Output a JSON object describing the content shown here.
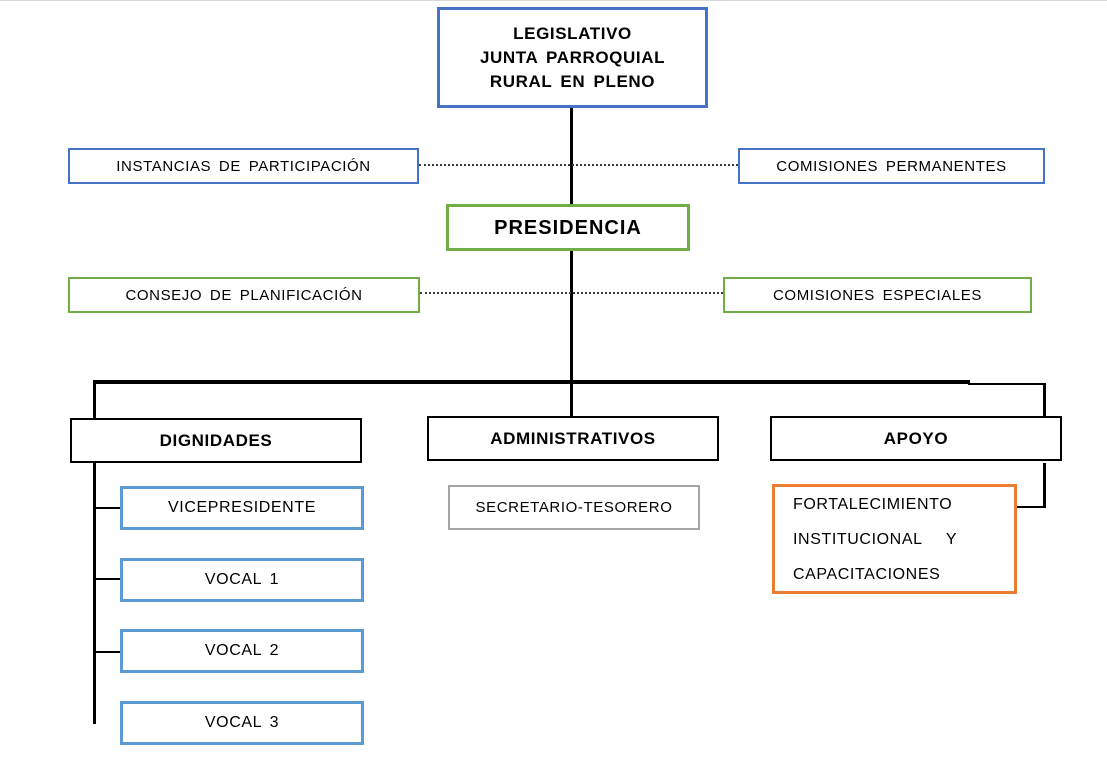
{
  "diagram": {
    "type": "org-chart",
    "colors": {
      "blue": "#4472C4",
      "green": "#70AD47",
      "light_blue": "#5B9BD5",
      "orange": "#ED7D31",
      "gray": "#A6A6A6",
      "black": "#000000"
    },
    "nodes": {
      "legislativo": {
        "label": "LEGISLATIVO\nJUNTA PARROQUIAL\nRURAL EN PLENO",
        "border_color": "#4472C4"
      },
      "instancias": {
        "label": "INSTANCIAS DE PARTICIPACIÓN",
        "border_color": "#4472C4"
      },
      "comisiones_permanentes": {
        "label": "COMISIONES PERMANENTES",
        "border_color": "#4472C4"
      },
      "presidencia": {
        "label": "PRESIDENCIA",
        "border_color": "#70AD47"
      },
      "consejo_planificacion": {
        "label": "CONSEJO DE PLANIFICACIÓN",
        "border_color": "#70AD47"
      },
      "comisiones_especiales": {
        "label": "COMISIONES ESPECIALES",
        "border_color": "#70AD47"
      },
      "dignidades": {
        "label": "DIGNIDADES",
        "border_color": "#000000"
      },
      "administrativos": {
        "label": "ADMINISTRATIVOS",
        "border_color": "#000000"
      },
      "apoyo": {
        "label": "APOYO",
        "border_color": "#000000"
      },
      "vicepresidente": {
        "label": "VICEPRESIDENTE",
        "border_color": "#5B9BD5"
      },
      "vocal1": {
        "label": "VOCAL 1",
        "border_color": "#5B9BD5"
      },
      "vocal2": {
        "label": "VOCAL 2",
        "border_color": "#5B9BD5"
      },
      "vocal3": {
        "label": "VOCAL 3",
        "border_color": "#5B9BD5"
      },
      "secretario_tesorero": {
        "label": "SECRETARIO-TESORERO",
        "border_color": "#A6A6A6"
      },
      "fortalecimiento": {
        "label": "FORTALECIMIENTO\nINSTITUCIONAL   Y\nCAPACITACIONES",
        "border_color": "#ED7D31"
      }
    }
  }
}
